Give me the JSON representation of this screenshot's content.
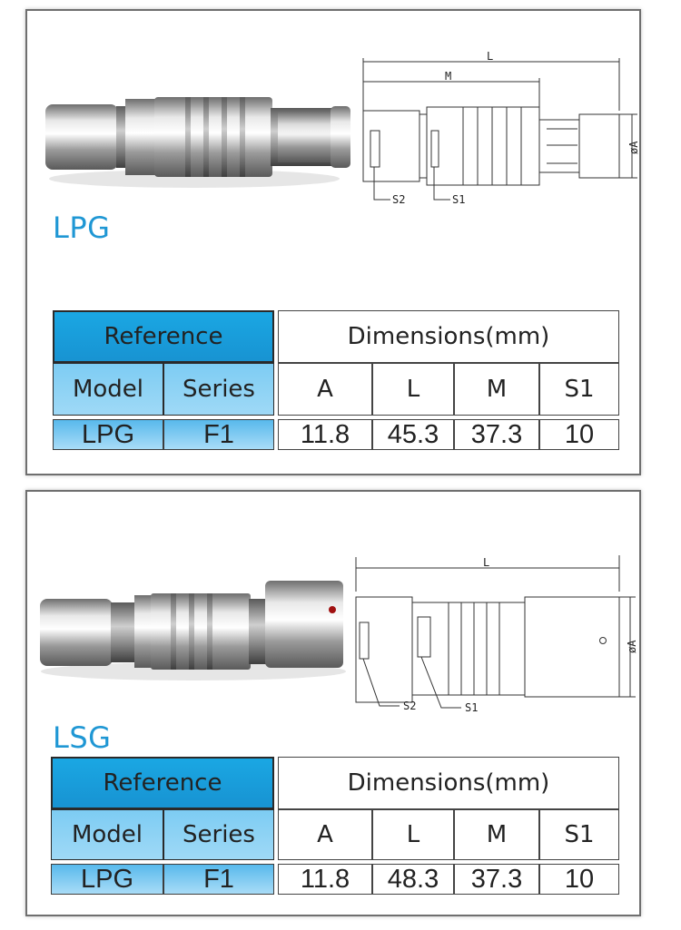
{
  "panels": [
    {
      "product_name": "LPG",
      "table": {
        "reference_label": "Reference",
        "dimensions_label": "Dimensions(mm)",
        "model_label": "Model",
        "series_label": "Series",
        "dim_cols": [
          "A",
          "L",
          "M",
          "S1"
        ],
        "row": {
          "model": "LPG",
          "series": "F1",
          "values": [
            "11.8",
            "45.3",
            "37.3",
            "10"
          ]
        }
      },
      "drawing_labels": {
        "L": "L",
        "M": "M",
        "A": "øA",
        "S1": "S1",
        "S2": "S2"
      }
    },
    {
      "product_name": "LSG",
      "table": {
        "reference_label": "Reference",
        "dimensions_label": "Dimensions(mm)",
        "model_label": "Model",
        "series_label": "Series",
        "dim_cols": [
          "A",
          "L",
          "M",
          "S1"
        ],
        "row": {
          "model": "LPG",
          "series": "F1",
          "values": [
            "11.8",
            "48.3",
            "37.3",
            "10"
          ]
        }
      },
      "drawing_labels": {
        "L": "L",
        "A": "øA",
        "S1": "S1",
        "S2": "S2"
      }
    }
  ]
}
